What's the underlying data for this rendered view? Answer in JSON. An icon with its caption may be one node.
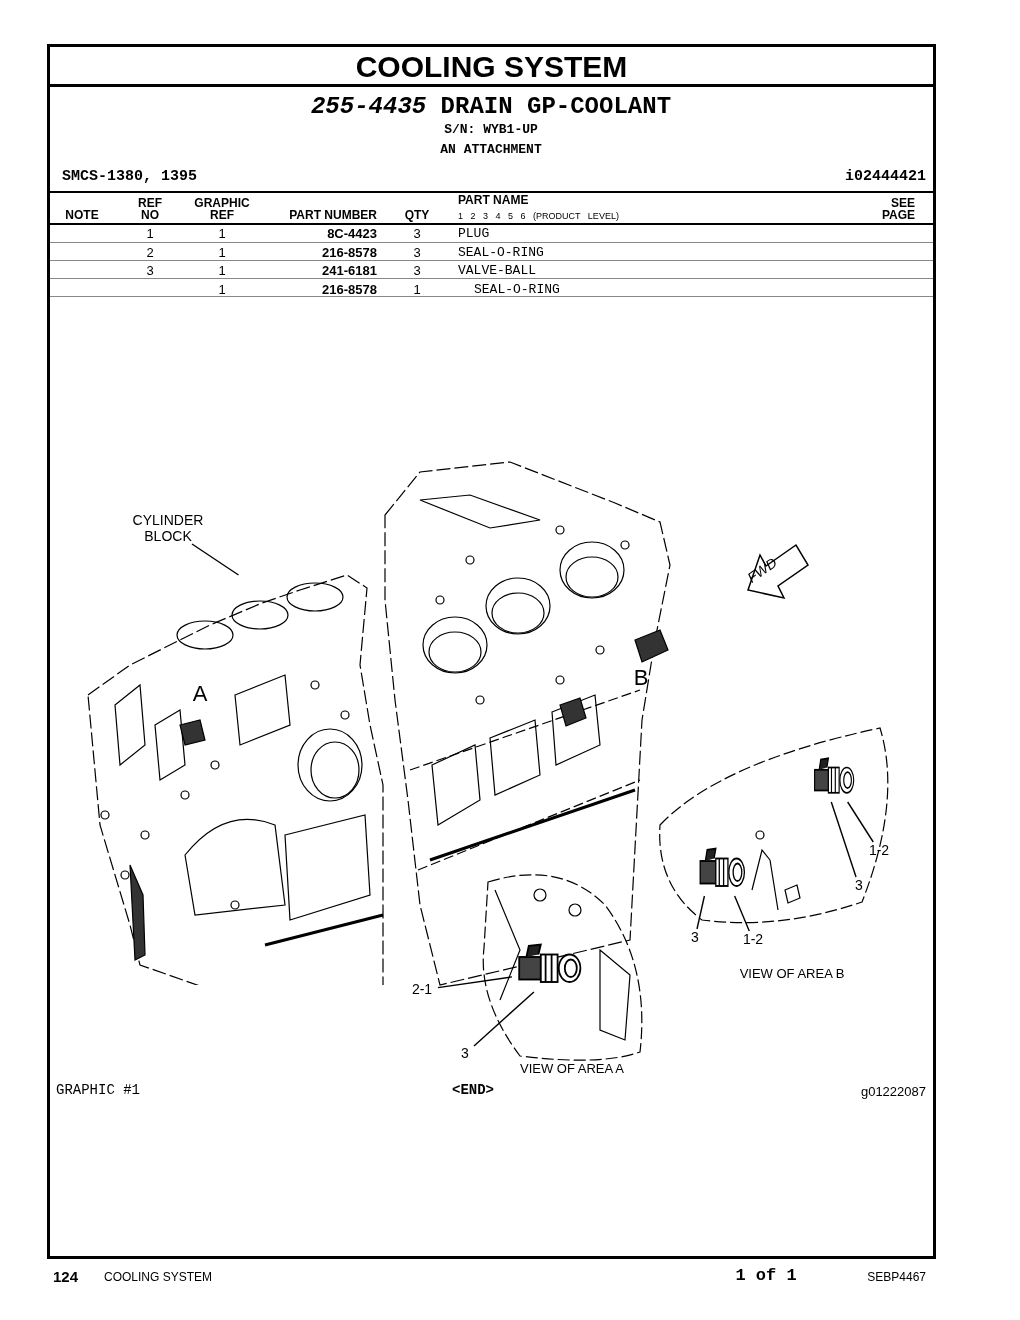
{
  "diagram": {
    "title": "COOLING SYSTEM",
    "nodes": [
      {
        "text": [
          "CYLINDER BLOCK"
        ]
      },
      {
        "text": [],
        "shape": "picture"
      },
      {
        "text": [
          "2-1"
        ]
      },
      {
        "text": [
          "3"
        ]
      },
      {
        "text": [],
        "shape": "picture"
      },
      {
        "text": [
          "1-2"
        ]
      },
      {
        "text": [
          "3"
        ]
      },
      {
        "text": [],
        "shape": "picture"
      },
      {
        "text": [
          "3"
        ]
      },
      {
        "text": [
          "1-2"
        ]
      },
      {
        "text": [],
        "shape": "picture"
      }
    ],
    "edges": [
      {
        "from": 0,
        "to": 1,
        "arrow": "none"
      },
      {
        "from": 2,
        "to": 4,
        "arrow": "none"
      },
      {
        "from": 3,
        "to": 4,
        "arrow": "none"
      },
      {
        "from": 5,
        "to": 7,
        "arrow": "none"
      },
      {
        "from": 6,
        "to": 7,
        "arrow": "none"
      },
      {
        "from": 8,
        "to": 10,
        "arrow": "none"
      },
      {
        "from": 9,
        "to": 10,
        "arrow": "none"
      }
    ],
    "labels": [
      "*255-4435* DRAIN GP-COOLANT",
      "S/N: WYB1-UP",
      "AN ATTACHMENT",
      "SMCS-1380, 1395",
      "i02444421",
      "NOTE",
      "REF NO",
      "GRAPHIC REF",
      "PART NUMBER",
      "QTY",
      "PART NAME",
      "1 2 3 4 5 6 (PRODUCT LEVEL)",
      "SEE PAGE",
      "1",
      "1",
      "8C-4423",
      "3",
      "PLUG",
      "2",
      "1",
      "216-8578",
      "3",
      "SEAL-O-RING",
      "3",
      "1",
      "241-6181",
      "3",
      "VALVE-BALL",
      "1",
      "216-8578",
      "1",
      "SEAL-O-RING",
      "FWD",
      "A",
      "B",
      "VIEW OF AREA B",
      "VIEW OF AREA A",
      "GRAPHIC #1",
      "<END>",
      "g01222087",
      "124",
      "COOLING SYSTEM",
      "1 of 1",
      "SEBP4467"
    ]
  }
}
